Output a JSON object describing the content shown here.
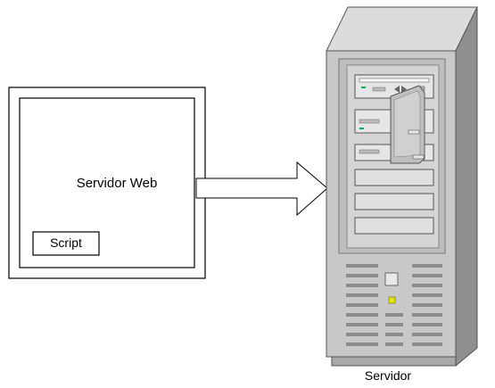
{
  "web_server": {
    "title": "Servidor Web",
    "script_label": "Script"
  },
  "server": {
    "label": "Servidor",
    "icon": "server-tower-icon"
  },
  "colors": {
    "outline": "#000000",
    "tower_front": "#c8c8c8",
    "tower_side": "#8f8f8f",
    "tower_top": "#dcdcdc",
    "led_green": "#00b050",
    "led_yellow": "#e6e600"
  }
}
